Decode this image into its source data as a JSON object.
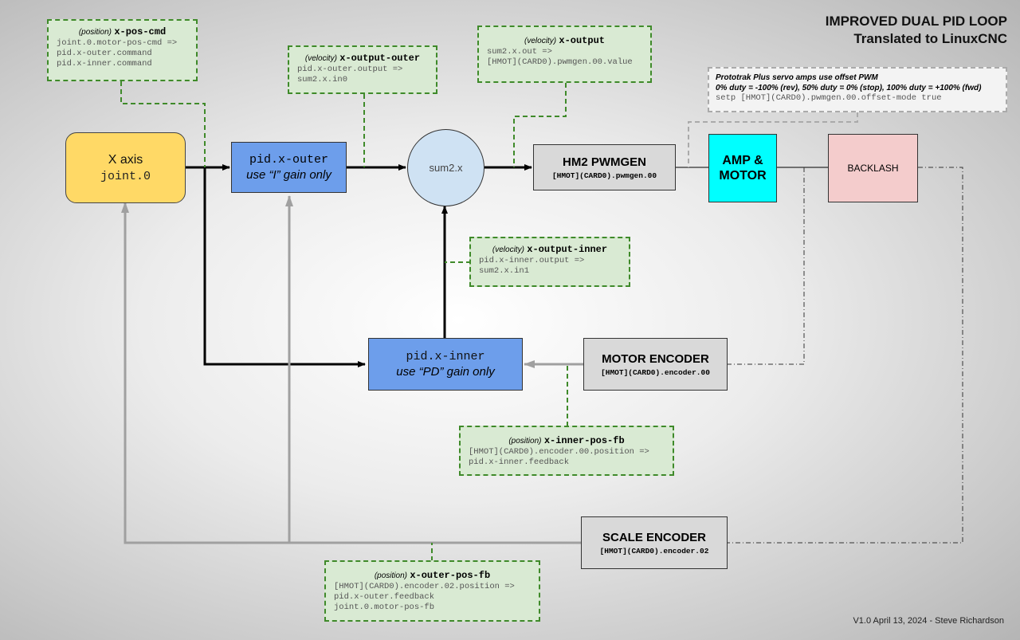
{
  "title": {
    "line1": "IMPROVED DUAL PID LOOP",
    "line2": "Translated to LinuxCNC"
  },
  "blocks": {
    "x_axis": {
      "name": "X axis",
      "sub": "joint.0"
    },
    "pid_outer": {
      "name": "pid.x-outer",
      "sub": "use “I” gain only"
    },
    "sum2": {
      "name": "sum2.x"
    },
    "pwmgen": {
      "name": "HM2 PWMGEN",
      "sub": "[HMOT](CARD0).pwmgen.00"
    },
    "amp_motor": {
      "line1": "AMP &",
      "line2": "MOTOR"
    },
    "backlash": {
      "name": "BACKLASH"
    },
    "pid_inner": {
      "name": "pid.x-inner",
      "sub": "use “PD” gain only"
    },
    "motor_encoder": {
      "name": "MOTOR ENCODER",
      "sub": "[HMOT](CARD0).encoder.00"
    },
    "scale_encoder": {
      "name": "SCALE ENCODER",
      "sub": "[HMOT](CARD0).encoder.02"
    }
  },
  "notes": {
    "x_pos_cmd": {
      "label": "(position)",
      "signal": "x-pos-cmd",
      "lines": [
        "joint.0.motor-pos-cmd =>",
        "pid.x-outer.command",
        "pid.x-inner.command"
      ]
    },
    "x_output_outer": {
      "label": "(velocity)",
      "signal": "x-output-outer",
      "lines": [
        "pid.x-outer.output =>",
        "sum2.x.in0"
      ]
    },
    "x_output": {
      "label": "(velocity)",
      "signal": "x-output",
      "lines": [
        "sum2.x.out =>",
        "[HMOT](CARD0).pwmgen.00.value"
      ]
    },
    "x_output_inner": {
      "label": "(velocity)",
      "signal": "x-output-inner",
      "lines": [
        "pid.x-inner.output =>",
        "sum2.x.in1"
      ]
    },
    "x_inner_pos_fb": {
      "label": "(position)",
      "signal": "x-inner-pos-fb",
      "lines": [
        "[HMOT](CARD0).encoder.00.position =>",
        "pid.x-inner.feedback"
      ]
    },
    "x_outer_pos_fb": {
      "label": "(position)",
      "signal": "x-outer-pos-fb",
      "lines": [
        "[HMOT](CARD0).encoder.02.position =>",
        "pid.x-outer.feedback",
        "joint.0.motor-pos-fb"
      ]
    }
  },
  "pwm_note": {
    "line1": "Prototrak Plus servo amps use offset PWM",
    "line2": "0% duty = -100% (rev), 50% duty = 0% (stop), 100% duty = +100% (fwd)",
    "line3": "setp [HMOT](CARD0).pwmgen.00.offset-mode true"
  },
  "footer": "V1.0 April 13, 2024 - Steve Richardson",
  "colors": {
    "x_axis": "#ffd966",
    "pid": "#6d9eeb",
    "sum": "#cfe2f3",
    "pwmgen": "#d9d9d9",
    "amp": "#00ffff",
    "backlash": "#f4cccc",
    "note_fill": "#d9ead3",
    "note_border": "#3f8a2a",
    "feedback_line": "#a0a0a0"
  }
}
